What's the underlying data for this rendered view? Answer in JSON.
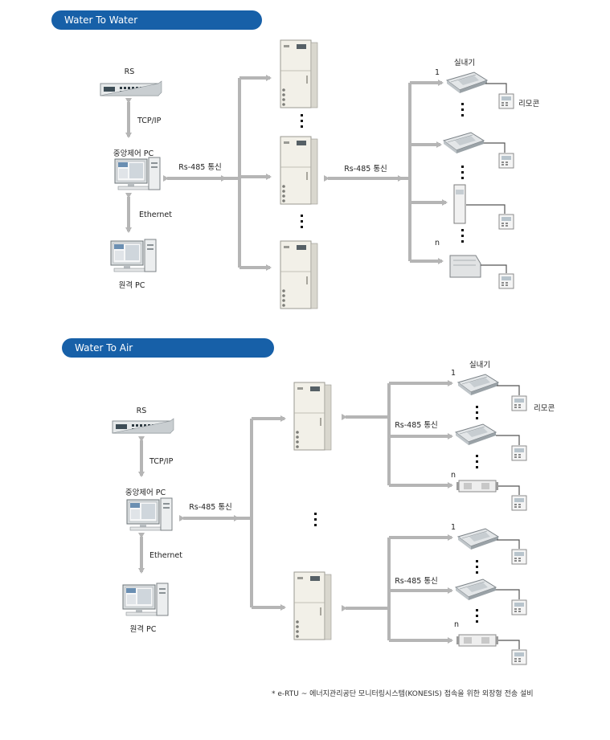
{
  "sections": [
    {
      "title": "Water To Water",
      "server_label": "RS",
      "tcp_label": "TCP/IP",
      "central_pc_label": "중앙제어 PC",
      "ethernet_label": "Ethernet",
      "remote_pc_label": "원격 PC",
      "rs485_pc_label": "Rs-485 통신",
      "rs485_units_label": "Rs-485 통신",
      "indoor_label": "실내기",
      "remote_ctrl_label": "리모콘",
      "first_index": "1",
      "last_index": "n"
    },
    {
      "title": "Water To Air",
      "server_label": "RS",
      "tcp_label": "TCP/IP",
      "central_pc_label": "중앙제어 PC",
      "ethernet_label": "Ethernet",
      "remote_pc_label": "원격 PC",
      "rs485_pc_label": "Rs-485 통신",
      "rs485_top_label": "Rs-485 통신",
      "rs485_bottom_label": "Rs-485 통신",
      "indoor_label": "실내기",
      "remote_ctrl_label": "리모콘",
      "top_first_index": "1",
      "top_last_index": "n",
      "bottom_first_index": "1",
      "bottom_last_index": "n"
    }
  ],
  "footnote": "* e-RTU ~ 에너지관리공단 모니터링시스템(KONESIS) 접속을 위한 외장형 전송 설비",
  "colors": {
    "pill": "#1760a8",
    "arrow": "#b5b5b5",
    "cabinet": "#f2f0e8"
  }
}
